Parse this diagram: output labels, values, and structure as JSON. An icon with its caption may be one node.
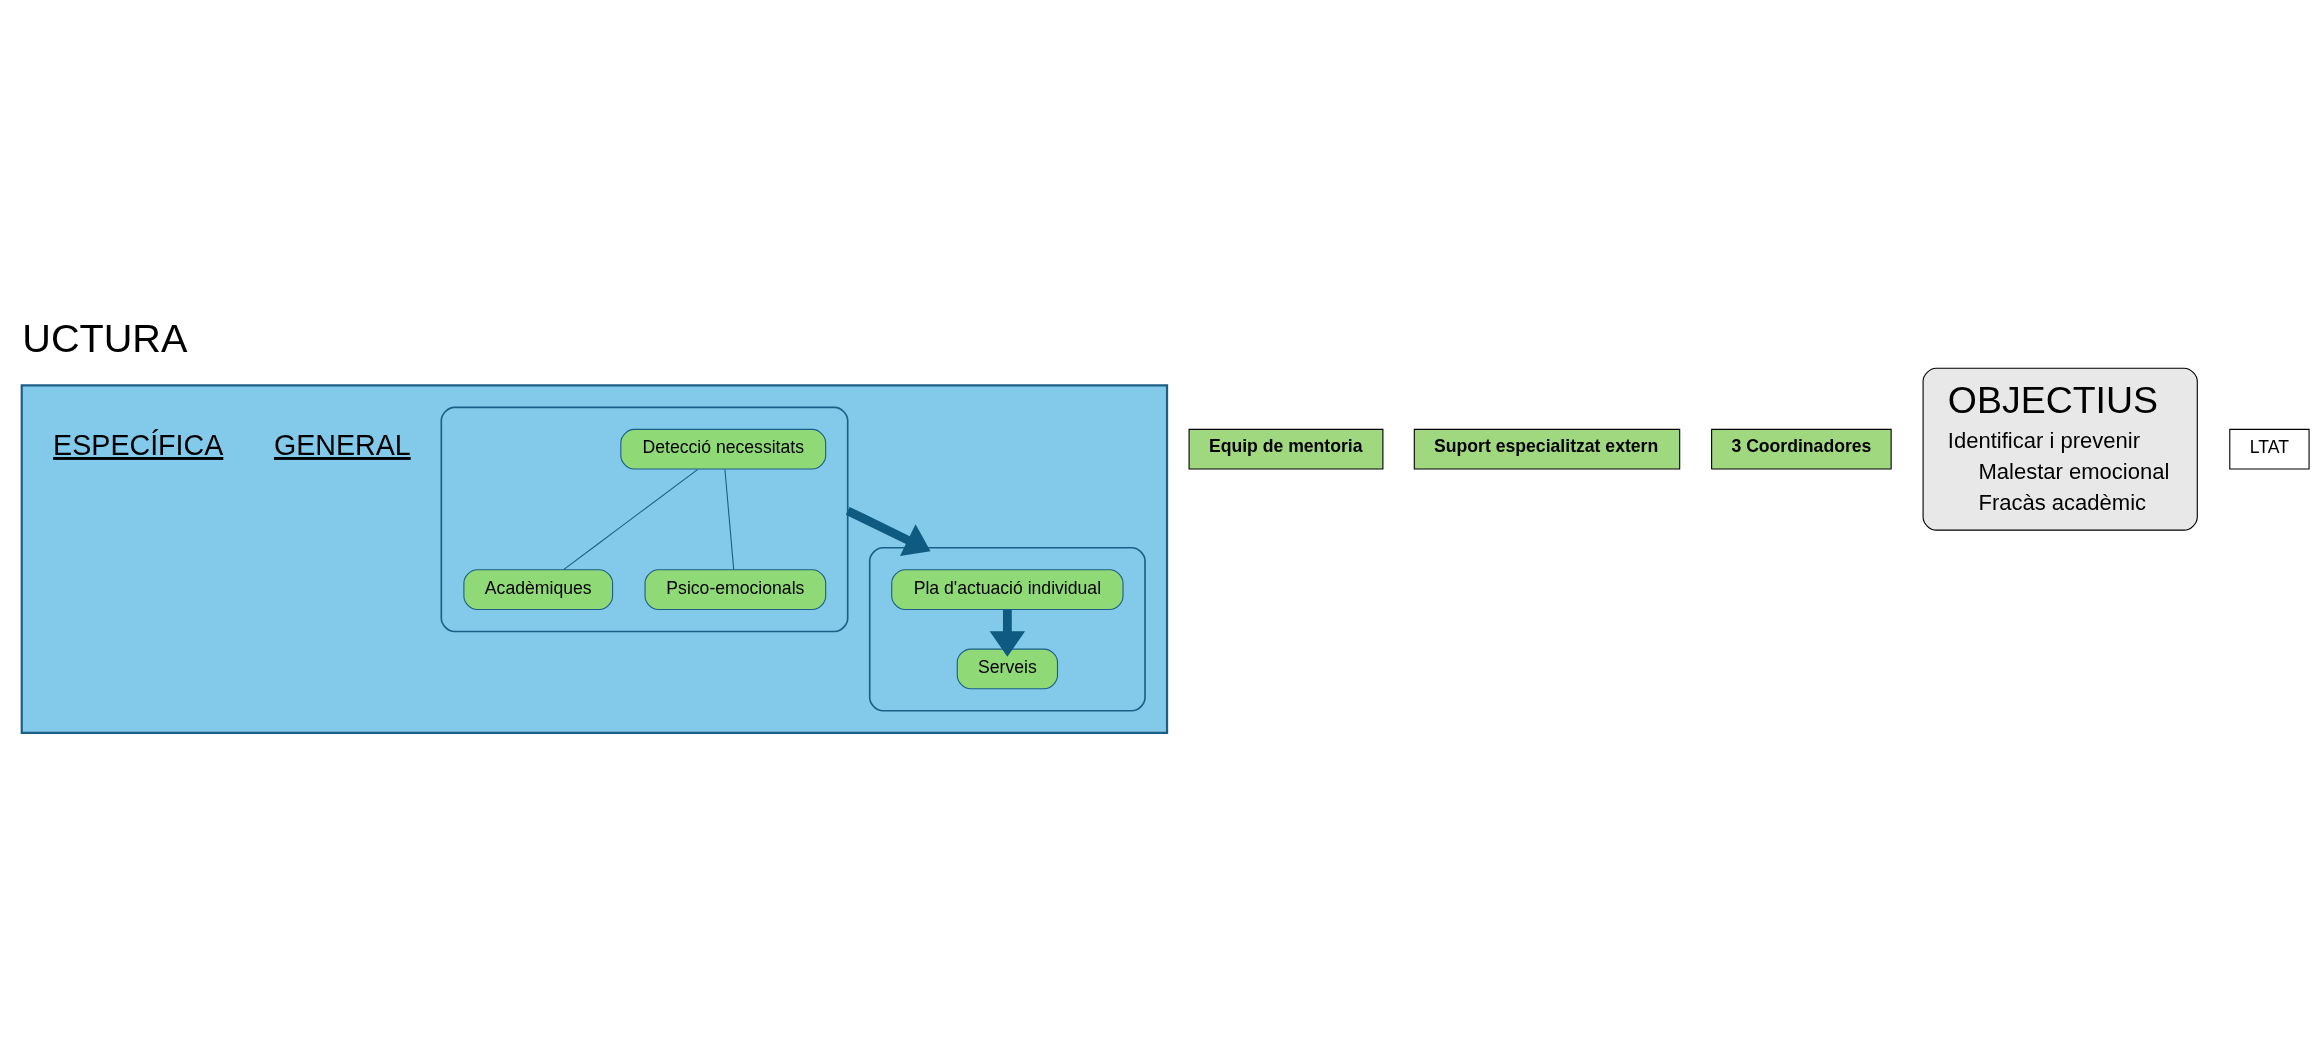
{
  "diagram": {
    "title": "UCTURA",
    "nodes": [
      {
        "text": [],
        "shape": "ellipse"
      },
      {
        "text": [],
        "shape": "box",
        "in": 0
      },
      {
        "text": [
          "Detecció necessitats"
        ],
        "in": 1
      },
      {
        "text": [
          "Acadèmiques"
        ],
        "in": 1
      },
      {
        "text": [
          "Psico-emocionals"
        ],
        "in": 1
      },
      {
        "text": [],
        "shape": "box",
        "in": 0
      },
      {
        "text": [
          "Pla d'actuació individual"
        ],
        "in": 5
      },
      {
        "text": [
          "Serveis"
        ],
        "in": 5
      },
      {
        "text": [
          "Equip de mentoria"
        ]
      },
      {
        "text": [
          "Suport especialitzat extern"
        ]
      },
      {
        "text": [
          "3 Coordinadores"
        ]
      },
      {
        "text": [
          "OBJECTIUS",
          "Identificar i prevenir",
          "Malestar emocional",
          "Fracàs acadèmic"
        ]
      },
      {
        "text": [
          "LTAT"
        ]
      }
    ],
    "edges": [
      {
        "from": 2,
        "to": 3,
        "arrow": "none"
      },
      {
        "from": 2,
        "to": 4,
        "arrow": "none"
      },
      {
        "from": 1,
        "to": 5,
        "arrow": "to",
        "style": "thick",
        "color": "#0e5a80"
      },
      {
        "from": 6,
        "to": 7,
        "arrow": "to",
        "style": "thick",
        "color": "#0e5a80"
      }
    ],
    "labels": [
      "GENERAL",
      "ESPECÍFICA"
    ]
  }
}
